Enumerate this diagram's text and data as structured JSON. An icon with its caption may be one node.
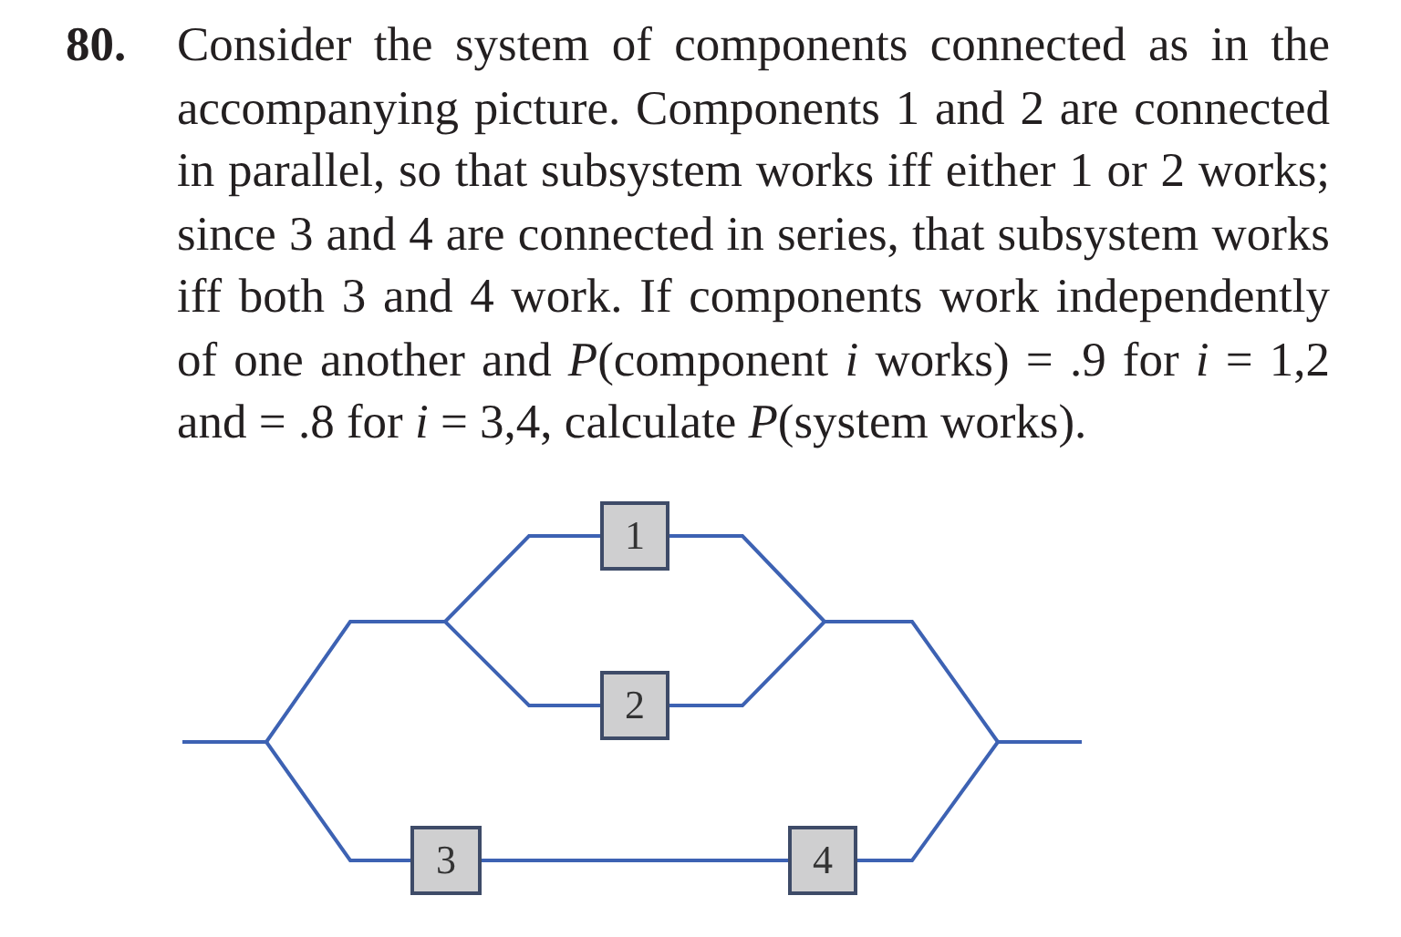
{
  "diagram": {
    "nodes": [
      {
        "text": [
          "1"
        ]
      },
      {
        "text": [
          "2"
        ]
      },
      {
        "text": [
          "3"
        ]
      },
      {
        "text": [
          "4"
        ]
      }
    ],
    "edges": [
      {
        "from": null,
        "to": 0,
        "arrow": "none"
      },
      {
        "from": null,
        "to": 1,
        "arrow": "none"
      },
      {
        "from": null,
        "to": 2,
        "arrow": "none"
      },
      {
        "from": 2,
        "to": 3,
        "arrow": "none"
      },
      {
        "from": 0,
        "to": null,
        "arrow": "none"
      },
      {
        "from": 1,
        "to": null,
        "arrow": "none"
      },
      {
        "from": 3,
        "to": null,
        "arrow": "none"
      }
    ],
    "labels": [
      "80.",
      "Consider the system of components connected as in the accompanying picture. Components 1 and 2 are connected in parallel, so that subsystem works iff either 1 or 2 works; since 3 and 4 are connected in series, that subsystem works iff both 3 and 4 work. If components work independently of one another and *P*(component *i* works) = .9 for *i* = 1,2 and = .8 for *i* = 3,4, calculate *P*(system works)."
    ]
  }
}
